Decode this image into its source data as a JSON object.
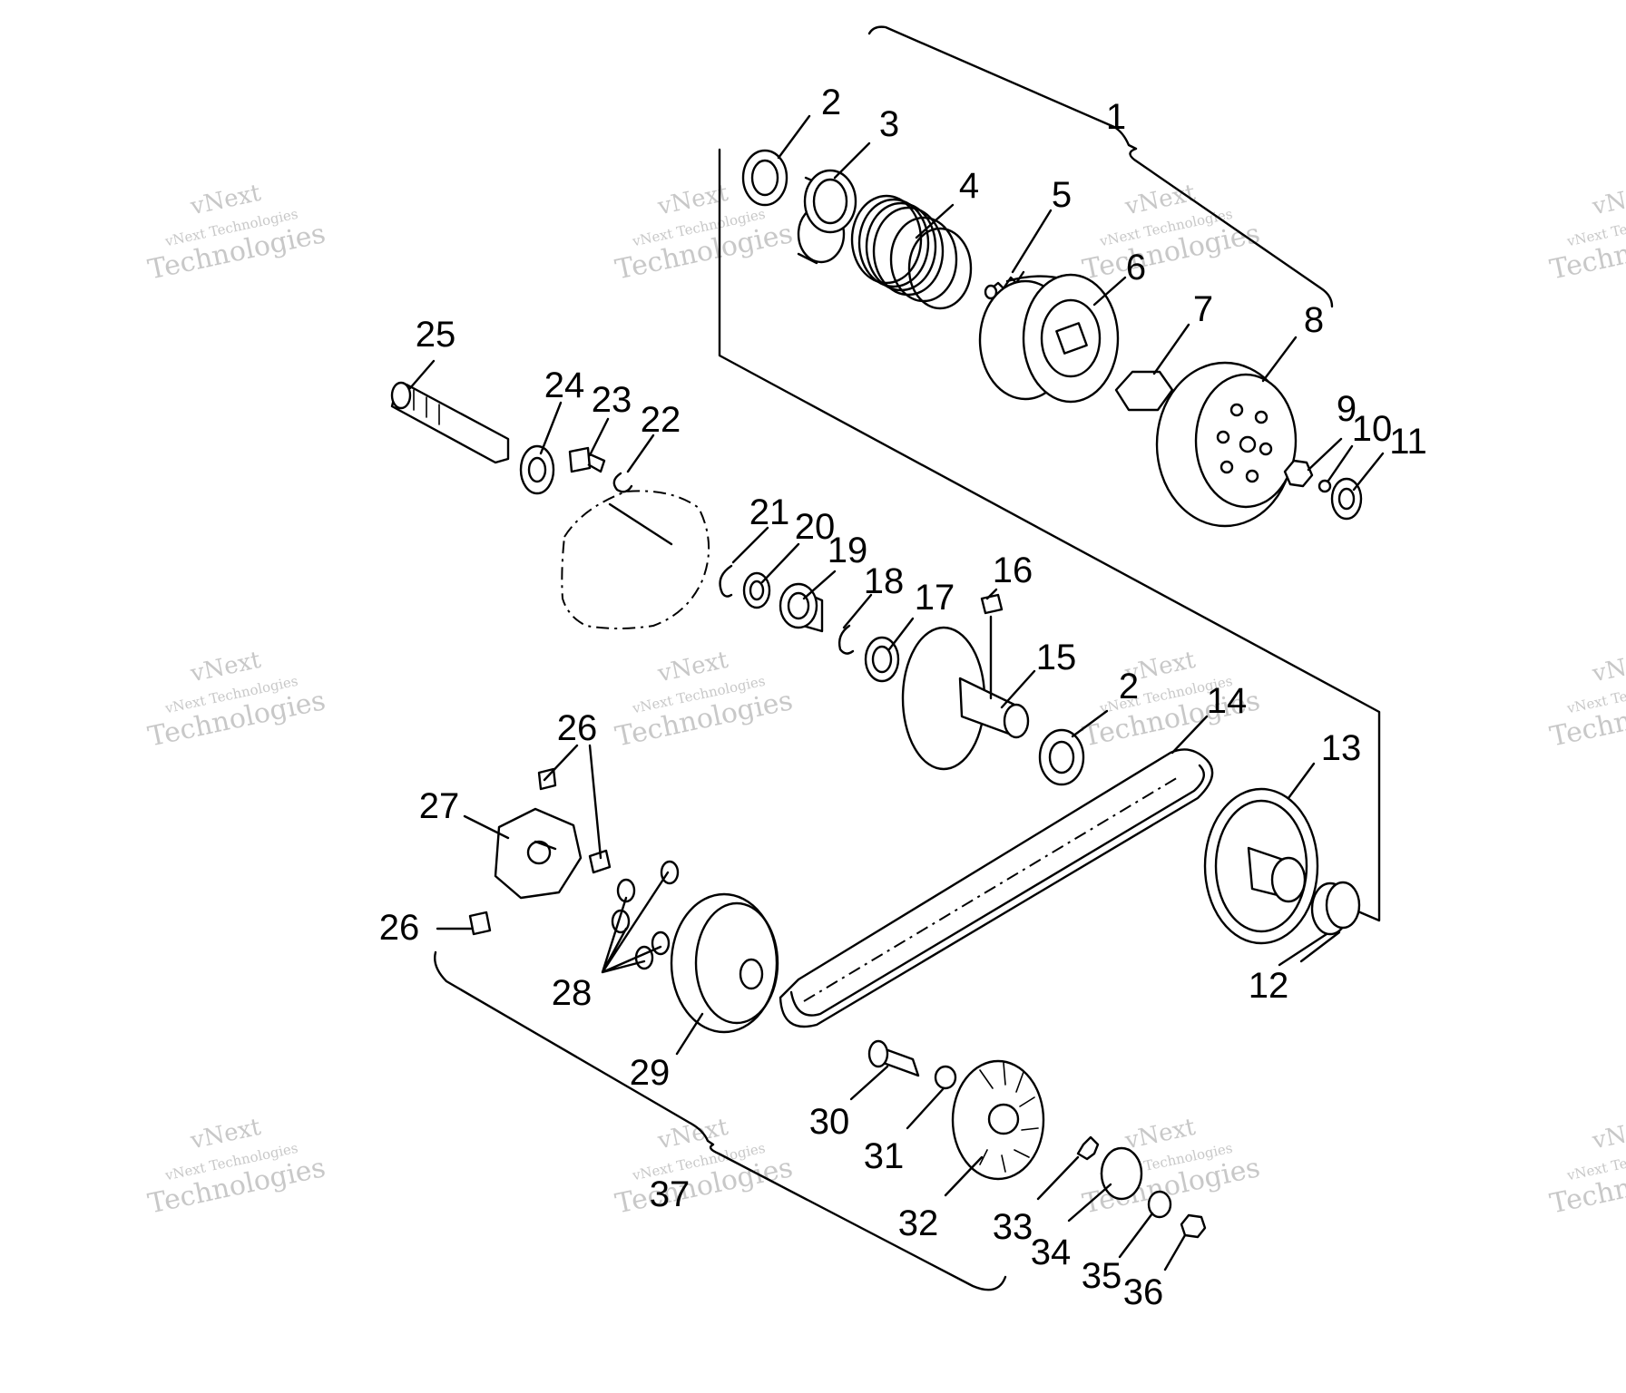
{
  "diagram": {
    "labels": [
      "1",
      "2",
      "3",
      "4",
      "5",
      "6",
      "7",
      "8",
      "9",
      "10",
      "11",
      "12",
      "13",
      "14",
      "15",
      "16",
      "17",
      "18",
      "19",
      "20",
      "21",
      "22",
      "23",
      "24",
      "25",
      "26",
      "26",
      "27",
      "28",
      "29",
      "30",
      "31",
      "32",
      "33",
      "34",
      "35",
      "36",
      "37",
      "2"
    ],
    "watermark": {
      "line1": "vNext",
      "line2": "vNext Technologies",
      "line3": "Technologies"
    }
  }
}
